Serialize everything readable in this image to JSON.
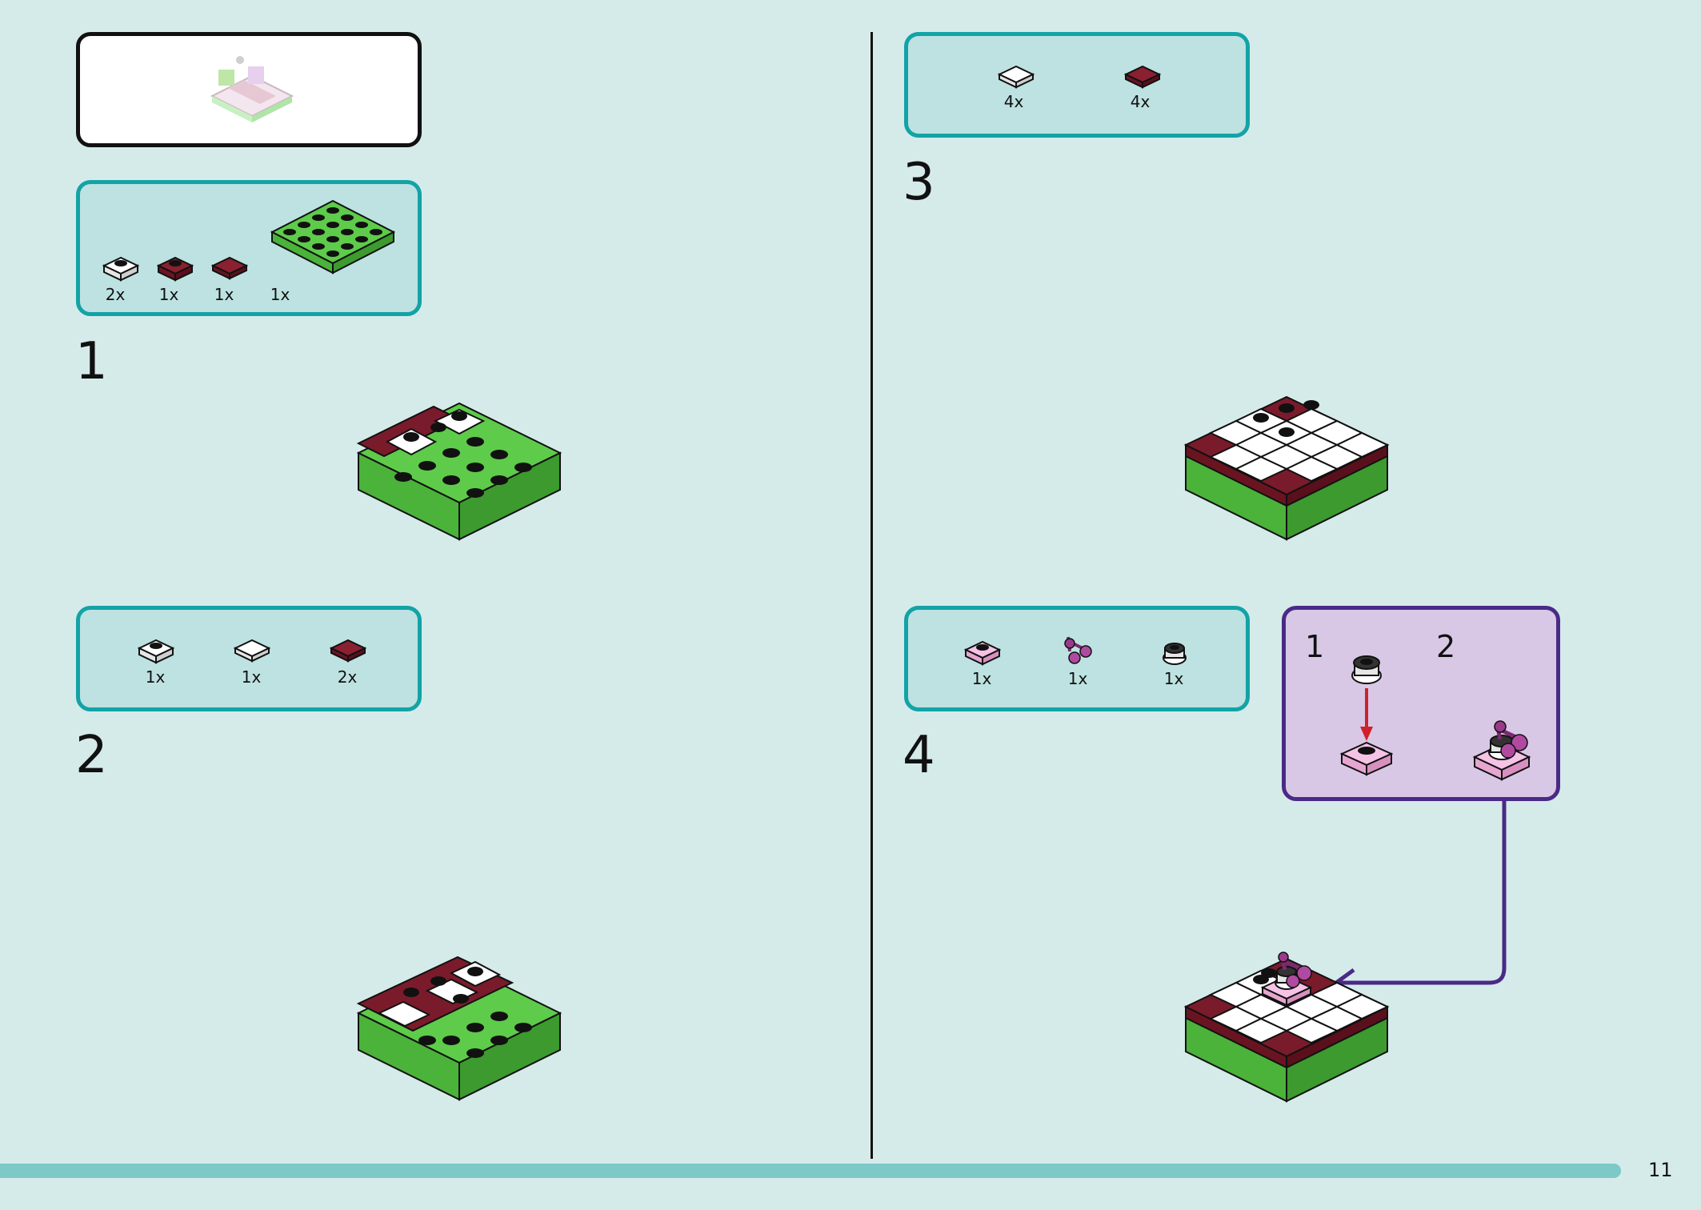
{
  "page": {
    "number": "11"
  },
  "preview_box": {
    "icon": "model-preview-icon"
  },
  "steps": [
    {
      "number": "1",
      "parts": [
        {
          "icon": "white-round-plate-icon",
          "qty": "2x"
        },
        {
          "icon": "dark-red-round-plate-icon",
          "qty": "1x"
        },
        {
          "icon": "dark-red-tile-icon",
          "qty": "1x"
        },
        {
          "icon": "green-4x4-plate-icon",
          "qty": "1x"
        }
      ]
    },
    {
      "number": "2",
      "parts": [
        {
          "icon": "white-round-plate-icon",
          "qty": "1x"
        },
        {
          "icon": "white-tile-icon",
          "qty": "1x"
        },
        {
          "icon": "dark-red-tile-icon",
          "qty": "2x"
        }
      ]
    },
    {
      "number": "3",
      "parts": [
        {
          "icon": "white-tile-icon",
          "qty": "4x"
        },
        {
          "icon": "dark-red-tile-icon",
          "qty": "4x"
        }
      ]
    },
    {
      "number": "4",
      "parts": [
        {
          "icon": "pink-plate-icon",
          "qty": "1x"
        },
        {
          "icon": "purple-cherries-icon",
          "qty": "1x"
        },
        {
          "icon": "black-white-cup-icon",
          "qty": "1x"
        }
      ],
      "substeps": [
        {
          "number": "1"
        },
        {
          "number": "2"
        }
      ]
    }
  ],
  "colors": {
    "background": "#d5ebea",
    "part_box_fill": "#bde2e1",
    "part_box_border": "#13a3a6",
    "substep_fill": "#d8c8e6",
    "substep_border": "#4a2a86",
    "green": "#5ecb4a",
    "dark_red": "#7a1b2b",
    "pink": "#f2b6e0",
    "arrow_red": "#d0202a"
  }
}
